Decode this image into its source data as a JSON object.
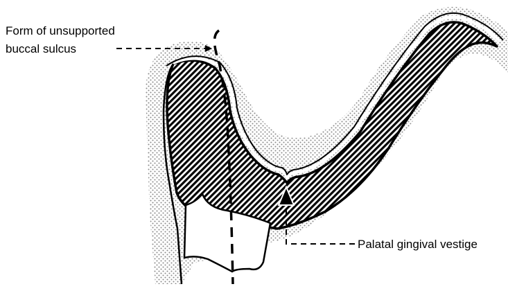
{
  "labels": {
    "buccal_line1": "Form of unsupported",
    "buccal_line2": "buccal sulcus",
    "palatal": "Palatal gingival vestige"
  },
  "colors": {
    "ink": "#000000",
    "paper": "#ffffff",
    "stipple": "#8c8c8c",
    "hatch": "#000000"
  }
}
